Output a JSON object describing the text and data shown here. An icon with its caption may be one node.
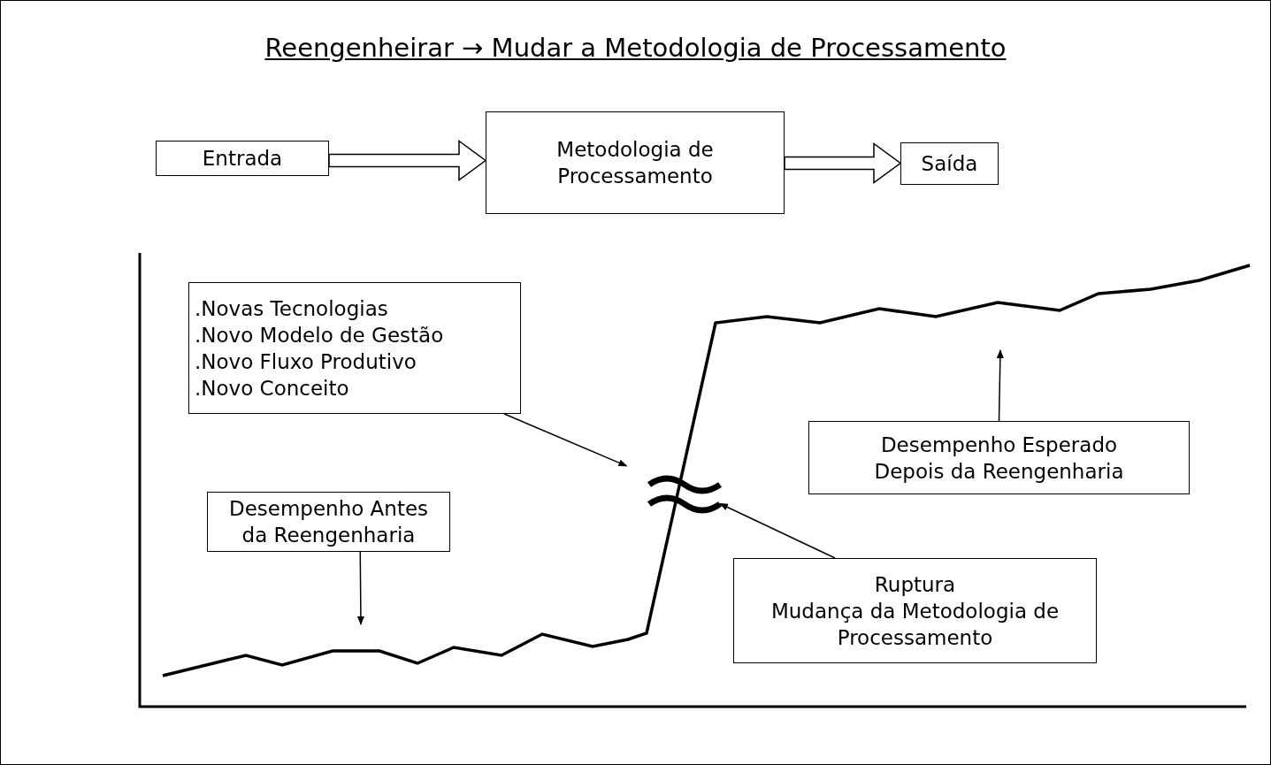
{
  "diagram": {
    "title": "Reengenheirar → Mudar a Metodologia de Processamento",
    "nodes": [
      {
        "text": [
          "Entrada"
        ]
      },
      {
        "text": [
          "Metodologia de Processamento"
        ]
      },
      {
        "text": [
          "Saída"
        ]
      },
      {
        "text": [
          ".Novas Tecnologias",
          ".Novo Modelo de Gestão",
          ".Novo Fluxo Produtivo",
          ".Novo Conceito"
        ]
      },
      {
        "text": [
          "Desempenho Antes da Reengenharia"
        ]
      },
      {
        "text": [
          "Desempenho Esperado Depois da Reengenharia"
        ]
      },
      {
        "text": [
          "Ruptura",
          "Mudança da Metodologia de Processamento"
        ]
      },
      {
        "text": [],
        "shape": "symbol"
      }
    ],
    "edges": [
      {
        "from": 0,
        "to": 1,
        "arrow": "to"
      },
      {
        "from": 1,
        "to": 2,
        "arrow": "to"
      },
      {
        "from": 3,
        "to": 7,
        "arrow": "to"
      },
      {
        "from": 4,
        "to": null,
        "arrow": "to"
      },
      {
        "from": 5,
        "to": null,
        "arrow": "to"
      },
      {
        "from": 6,
        "to": 7,
        "arrow": "to"
      }
    ]
  }
}
